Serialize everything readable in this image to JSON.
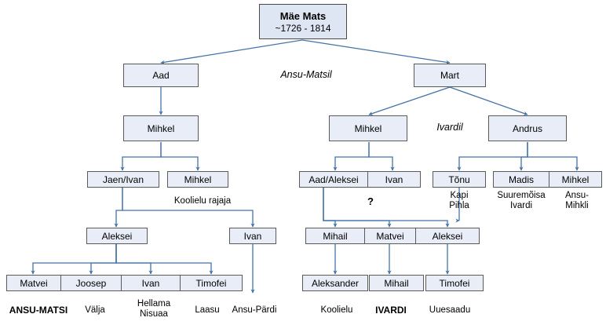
{
  "diagram": {
    "title": "Mae Mats family tree",
    "box_fill": "#e8edf7",
    "box_border": "#5a5a5a",
    "connector_color": "#4472a8"
  },
  "nodes": {
    "root": {
      "name": "Mäe Mats",
      "dates": "~1726 - 1814"
    },
    "gen2": [
      {
        "id": "aad",
        "label": "Aad"
      },
      {
        "id": "mart",
        "label": "Mart"
      }
    ],
    "gen3": [
      {
        "id": "mihkel_a",
        "label": "Mihkel"
      },
      {
        "id": "mihkel_m",
        "label": "Mihkel"
      },
      {
        "id": "andrus",
        "label": "Andrus"
      }
    ],
    "gen4": [
      {
        "id": "jaen_ivan",
        "label": "Jaen/Ivan"
      },
      {
        "id": "mihkel_b",
        "label": "Mihkel"
      },
      {
        "id": "aad_aleksei",
        "label": "Aad/Aleksei"
      },
      {
        "id": "ivan_r",
        "label": "Ivan"
      },
      {
        "id": "tonu",
        "label": "Tõnu"
      },
      {
        "id": "madis",
        "label": "Madis"
      },
      {
        "id": "mihkel_c",
        "label": "Mihkel"
      }
    ],
    "gen5": [
      {
        "id": "aleksei_l",
        "label": "Aleksei"
      },
      {
        "id": "ivan_l2",
        "label": "Ivan"
      },
      {
        "id": "mihail",
        "label": "Mihail"
      },
      {
        "id": "matvei_r",
        "label": "Matvei"
      },
      {
        "id": "aleksei_r",
        "label": "Aleksei"
      }
    ],
    "gen6": [
      {
        "id": "matvei",
        "label": "Matvei"
      },
      {
        "id": "joosep",
        "label": "Joosep"
      },
      {
        "id": "ivan_b",
        "label": "Ivan"
      },
      {
        "id": "timofei",
        "label": "Timofei"
      },
      {
        "id": "aleksander",
        "label": "Aleksander"
      },
      {
        "id": "mihail_b",
        "label": "Mihail"
      },
      {
        "id": "timofei_b",
        "label": "Timofei"
      }
    ]
  },
  "labels": {
    "ansu_matsil": "Ansu-Matsil",
    "ivardil": "Ivardil",
    "koolielu_rajaja": "Koolielu rajaja",
    "question": "?",
    "farm_tonu": "Kapi\nPihla",
    "farm_madis": "Suuremõisa\nIvardi",
    "farm_mihkel": "Ansu-\nMihkli",
    "bottom_ansu_matsi": "ANSU-MATSI",
    "bottom_valja": "Välja",
    "bottom_hellama": "Hellama\nNisuaa",
    "bottom_laasu": "Laasu",
    "bottom_ansu_pardi": "Ansu-Pärdi",
    "bottom_koolielu": "Koolielu",
    "bottom_ivardi": "IVARDI",
    "bottom_uuesaadu": "Uuesaadu"
  }
}
